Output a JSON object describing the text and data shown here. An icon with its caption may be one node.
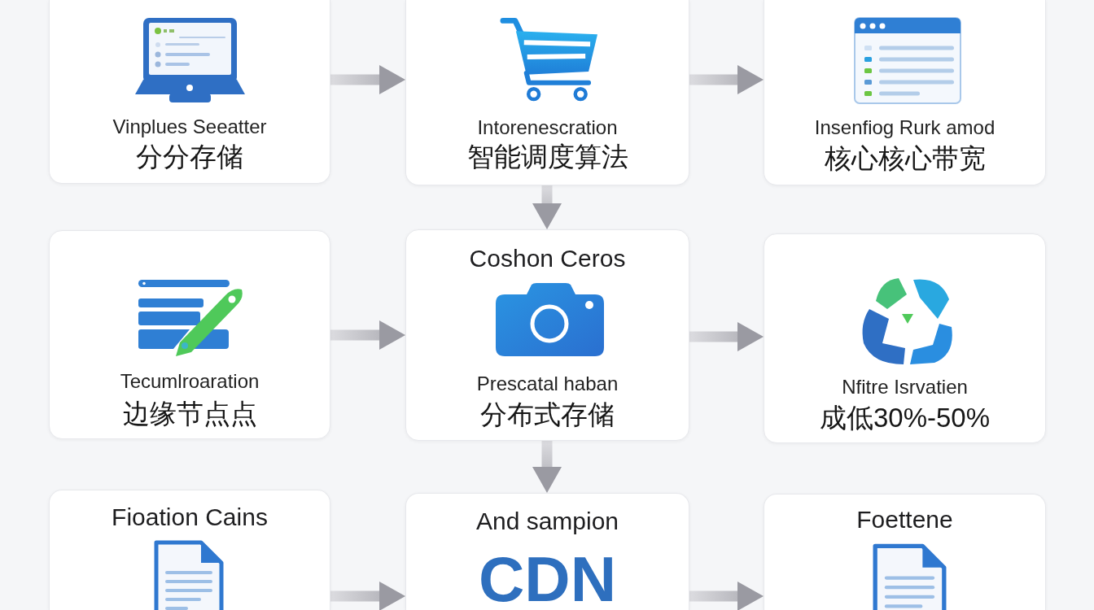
{
  "diagram": {
    "nodes": [
      {
        "text": [
          "Vinplues Seeatter",
          "分分存储"
        ]
      },
      {
        "text": [
          "Intorenescration",
          "智能调度算法"
        ]
      },
      {
        "text": [
          "Insenfiog Rurk amod",
          "核心核心带宽"
        ]
      },
      {
        "text": [
          "Tecumlroaration",
          "边缘节点点"
        ]
      },
      {
        "text": [
          "Coshon Ceros",
          "Prescatal haban",
          "分布式存储"
        ]
      },
      {
        "text": [
          "Nfitre Isrvatien",
          "成低30%-50%"
        ]
      },
      {
        "text": [
          "Fioation Cains"
        ]
      },
      {
        "text": [
          "And sampion",
          "CDN"
        ]
      },
      {
        "text": [
          "Foettene"
        ]
      }
    ],
    "edges": [
      {
        "from": 0,
        "to": 1,
        "arrow": "to"
      },
      {
        "from": 1,
        "to": 2,
        "arrow": "to"
      },
      {
        "from": 1,
        "to": 4,
        "arrow": "to"
      },
      {
        "from": 3,
        "to": 4,
        "arrow": "to"
      },
      {
        "from": 4,
        "to": 5,
        "arrow": "to"
      },
      {
        "from": 4,
        "to": 7,
        "arrow": "to"
      },
      {
        "from": 6,
        "to": 7,
        "arrow": "to"
      },
      {
        "from": 7,
        "to": 8,
        "arrow": "to"
      }
    ]
  }
}
